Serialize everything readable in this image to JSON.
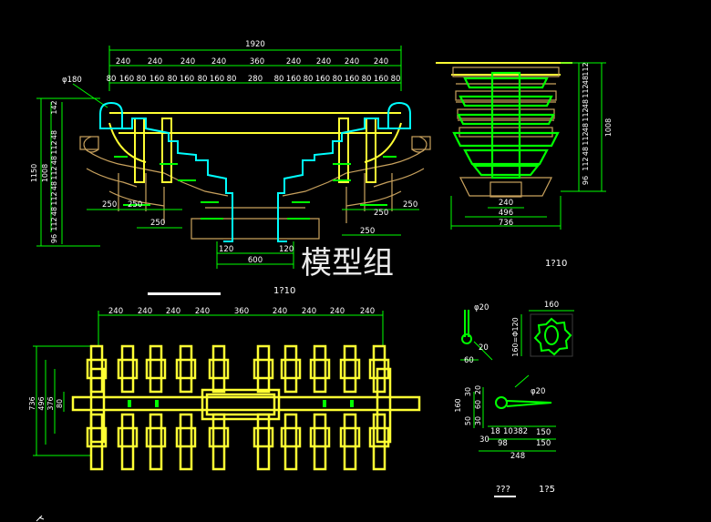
{
  "watermark": "模型组",
  "colors": {
    "background": "#000000",
    "dimension": "#00ff00",
    "yellow": "#ffff33",
    "cyan": "#00ffff",
    "green": "#00ff00",
    "white": "#ffffff",
    "brown": "#b08a4a"
  },
  "elevation": {
    "overall": "1920",
    "top_spans": [
      "240",
      "240",
      "240",
      "240",
      "360",
      "240",
      "240",
      "240",
      "240"
    ],
    "sub_spans": [
      "80",
      "160",
      "80",
      "160",
      "80",
      "160",
      "80",
      "160",
      "80",
      "280",
      "80",
      "160",
      "80",
      "160",
      "80",
      "160",
      "80",
      "160",
      "80"
    ],
    "diameter": "φ180",
    "left_dims": [
      "142",
      "48",
      "112",
      "48",
      "112",
      "48",
      "112",
      "48",
      "112",
      "96"
    ],
    "left_totals": [
      "1150",
      "1008"
    ],
    "bottom_dims": [
      "250",
      "250",
      "250",
      "250",
      "250",
      "250"
    ],
    "post_dims": [
      "120",
      "120"
    ],
    "base": "600",
    "scale": "1?10"
  },
  "side": {
    "right_dims": [
      "112",
      "48",
      "112",
      "48",
      "112",
      "48",
      "112",
      "48",
      "112",
      "96"
    ],
    "right_total": "1008",
    "bottom_dims": [
      "240",
      "496",
      "736"
    ],
    "scale": "1?10"
  },
  "plan": {
    "top_spans": [
      "240",
      "240",
      "240",
      "240",
      "360",
      "240",
      "240",
      "240",
      "240"
    ],
    "left_dims": [
      "736",
      "496",
      "376",
      "80"
    ],
    "scale": "1?10"
  },
  "details": {
    "phi1": "φ20",
    "d1": [
      "20",
      "60"
    ],
    "top": "160",
    "side": "160=Φ120",
    "phi2": "φ20",
    "d2": [
      "160",
      "50",
      "30",
      "30",
      "60",
      "20"
    ],
    "d3": [
      "18",
      "10382",
      "150",
      "30",
      "98",
      "150",
      "248"
    ],
    "label": "???",
    "scale": "1?5"
  }
}
